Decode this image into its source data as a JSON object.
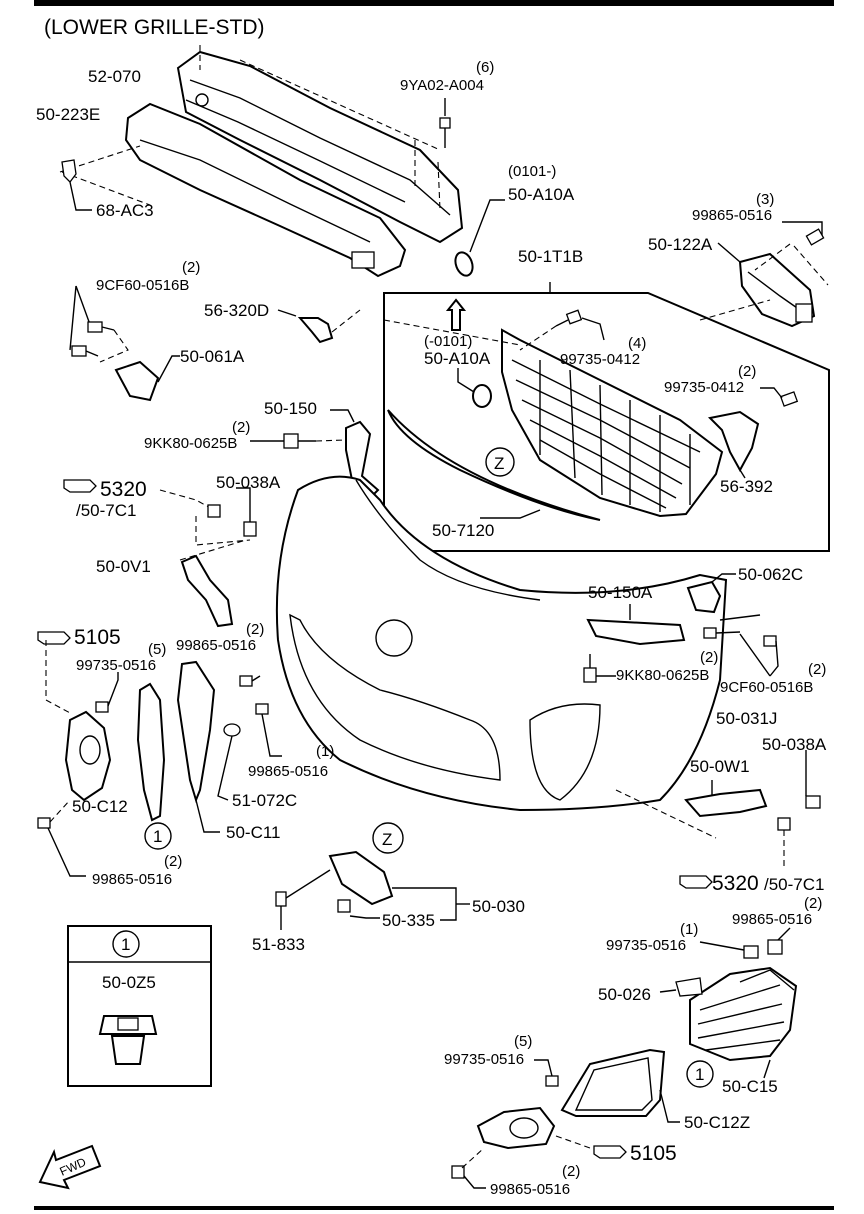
{
  "title": "(LOWER GRILLE-STD)",
  "labels": {
    "p52070": "52-070",
    "p50223E": "50-223E",
    "p9YA02": "9YA02-A004",
    "q6": "(6)",
    "p68AC3": "68-AC3",
    "r0101a": "(0101-)",
    "p50A10Aa": "50-A10A",
    "p99865_3": "99865-0516",
    "q3": "(3)",
    "p50122A": "50-122A",
    "p501T1B": "50-1T1B",
    "p9CF60a": "9CF60-0516B",
    "q2a": "(2)",
    "p56320D": "56-320D",
    "r0101b": "(-0101)",
    "p50A10Ab": "50-A10A",
    "p99735_4": "99735-0412",
    "q4": "(4)",
    "p50061A": "50-061A",
    "p99735_2": "99735-0412",
    "q2b": "(2)",
    "p50150": "50-150",
    "p9KK80a": "9KK80-0625B",
    "q2c": "(2)",
    "zoomZ1": "Z",
    "p56392": "56-392",
    "ref5320a": "5320",
    "ref507C1a": "/50-7C1",
    "p50038Aa": "50-038A",
    "p507120": "50-7120",
    "p500V1": "50-0V1",
    "p50062C": "50-062C",
    "p50150A": "50-150A",
    "ref5105a": "5105",
    "p99735_5a": "99735-0516",
    "q5a": "(5)",
    "p99865_2a": "99865-0516",
    "q2d": "(2)",
    "p9KK80b": "9KK80-0625B",
    "q2e": "(2)",
    "p9CF60b": "9CF60-0516B",
    "q2f": "(2)",
    "p50031J": "50-031J",
    "p99865_1a": "99865-0516",
    "q1a": "(1)",
    "p50038Ab": "50-038A",
    "p500W1": "50-0W1",
    "p50C12": "50-C12",
    "p51072C": "51-072C",
    "circle1a": "1",
    "p50C11": "50-C11",
    "zoomZ2": "Z",
    "p99865_2b": "99865-0516",
    "q2g": "(2)",
    "ref5320b": "5320",
    "ref507C1b": "/50-7C1",
    "p50030": "50-030",
    "p51833": "51-833",
    "p50335": "50-335",
    "legendNum": "1",
    "legendPart": "50-0Z5",
    "p99735_1": "99735-0516",
    "q1b": "(1)",
    "p99865_2c": "99865-0516",
    "q2h": "(2)",
    "p50026": "50-026",
    "p99735_5b": "99735-0516",
    "q5b": "(5)",
    "circle1b": "1",
    "p50C15": "50-C15",
    "p50C12Z": "50-C12Z",
    "ref5105b": "5105",
    "p99865_2d": "99865-0516",
    "q2i": "(2)",
    "fwd": "FWD"
  }
}
